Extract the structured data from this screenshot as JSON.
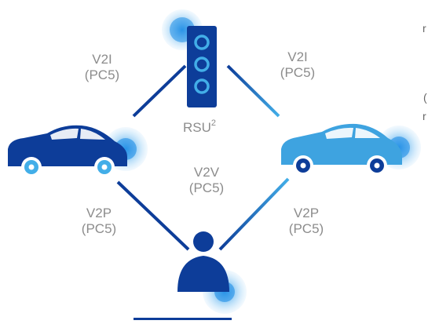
{
  "colors": {
    "dark_blue": "#0d3d99",
    "light_blue": "#3ea3e0",
    "pulse_blue": "#1f8ee6",
    "link_gradient_start": "#0d3d99",
    "link_gradient_end": "#42aee8",
    "label_gray": "#8c8c8c"
  },
  "nodes": {
    "rsu": {
      "label": "RSU",
      "superscript": "2",
      "icon": "traffic-light-icon"
    },
    "vehicle_left": {
      "icon": "car-icon"
    },
    "vehicle_right": {
      "icon": "car-icon"
    },
    "pedestrian": {
      "icon": "person-icon"
    }
  },
  "links": {
    "v2i_left": {
      "line1": "V2I",
      "line2": "(PC5)"
    },
    "v2i_right": {
      "line1": "V2I",
      "line2": "(PC5)"
    },
    "v2v": {
      "line1": "V2V",
      "line2": "(PC5)"
    },
    "v2p_left": {
      "line1": "V2P",
      "line2": "(PC5)"
    },
    "v2p_right": {
      "line1": "V2P",
      "line2": "(PC5)"
    }
  },
  "edge_fragments": [
    "r",
    "(",
    "r"
  ]
}
